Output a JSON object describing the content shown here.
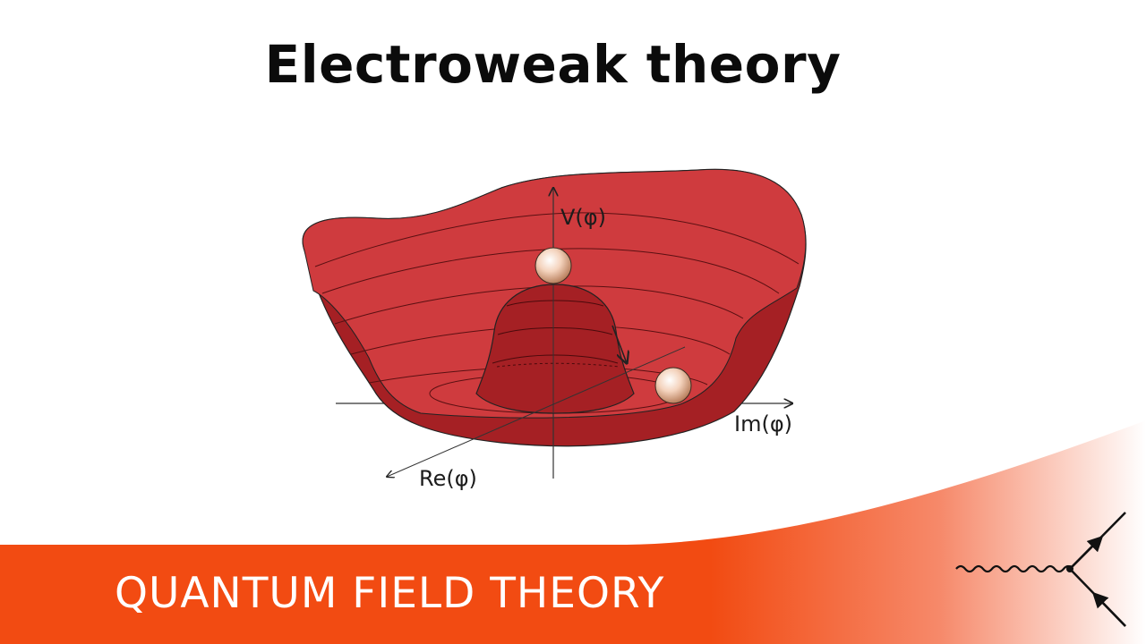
{
  "title": "Electroweak theory",
  "diagram": {
    "axis_v_label": "V(φ)",
    "axis_im_label": "Im(φ)",
    "axis_re_label": "Re(φ)",
    "surface_color": "#cf3b3e",
    "surface_dark_color": "#a52024",
    "ball_color": "#f4d3bd"
  },
  "banner": {
    "text": "QUANTUM FIELD THEORY",
    "color": "#f24b12",
    "icon": "feynman-vertex-icon"
  }
}
